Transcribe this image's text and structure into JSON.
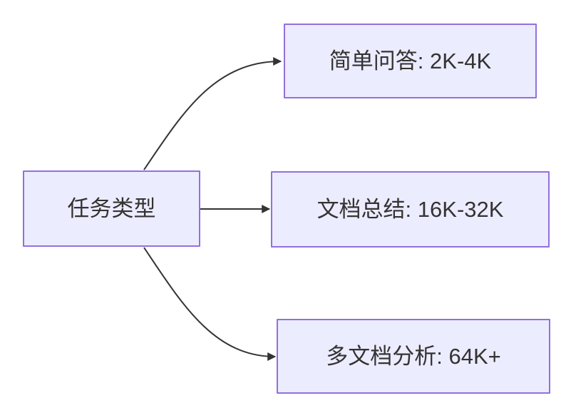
{
  "diagram": {
    "type": "flowchart-left-to-right",
    "root": {
      "id": "task-type",
      "label": "任务类型"
    },
    "branches": [
      {
        "id": "simple-qa",
        "label": "简单问答: 2K-4K"
      },
      {
        "id": "doc-summary",
        "label": "文档总结: 16K-32K"
      },
      {
        "id": "multi-doc",
        "label": "多文档分析: 64K+"
      }
    ],
    "edges": [
      {
        "from": "task-type",
        "to": "simple-qa"
      },
      {
        "from": "task-type",
        "to": "doc-summary"
      },
      {
        "from": "task-type",
        "to": "multi-doc"
      }
    ],
    "colors": {
      "background": "#FFFFFF",
      "node_fill": "#ECECFF",
      "node_border": "#9370DB",
      "edge": "#333333",
      "text": "#333333"
    }
  }
}
